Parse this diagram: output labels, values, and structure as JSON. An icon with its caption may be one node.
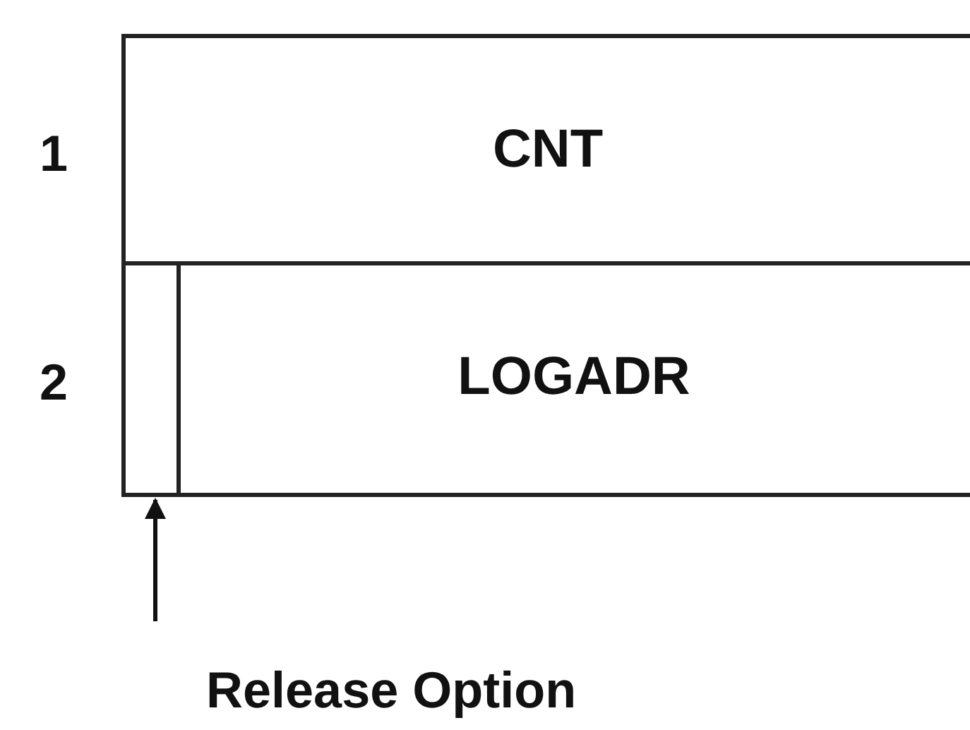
{
  "diagram": {
    "nodes": [
      {
        "text": [
          "CNT"
        ]
      },
      {
        "text": [],
        "shape": "box"
      },
      {
        "text": [
          "LOGADR"
        ]
      },
      {
        "text": [
          "Release Option"
        ]
      }
    ],
    "edges": [
      {
        "from": 3,
        "to": 1,
        "arrow": "to"
      }
    ],
    "labels": [
      "1",
      "2"
    ]
  }
}
